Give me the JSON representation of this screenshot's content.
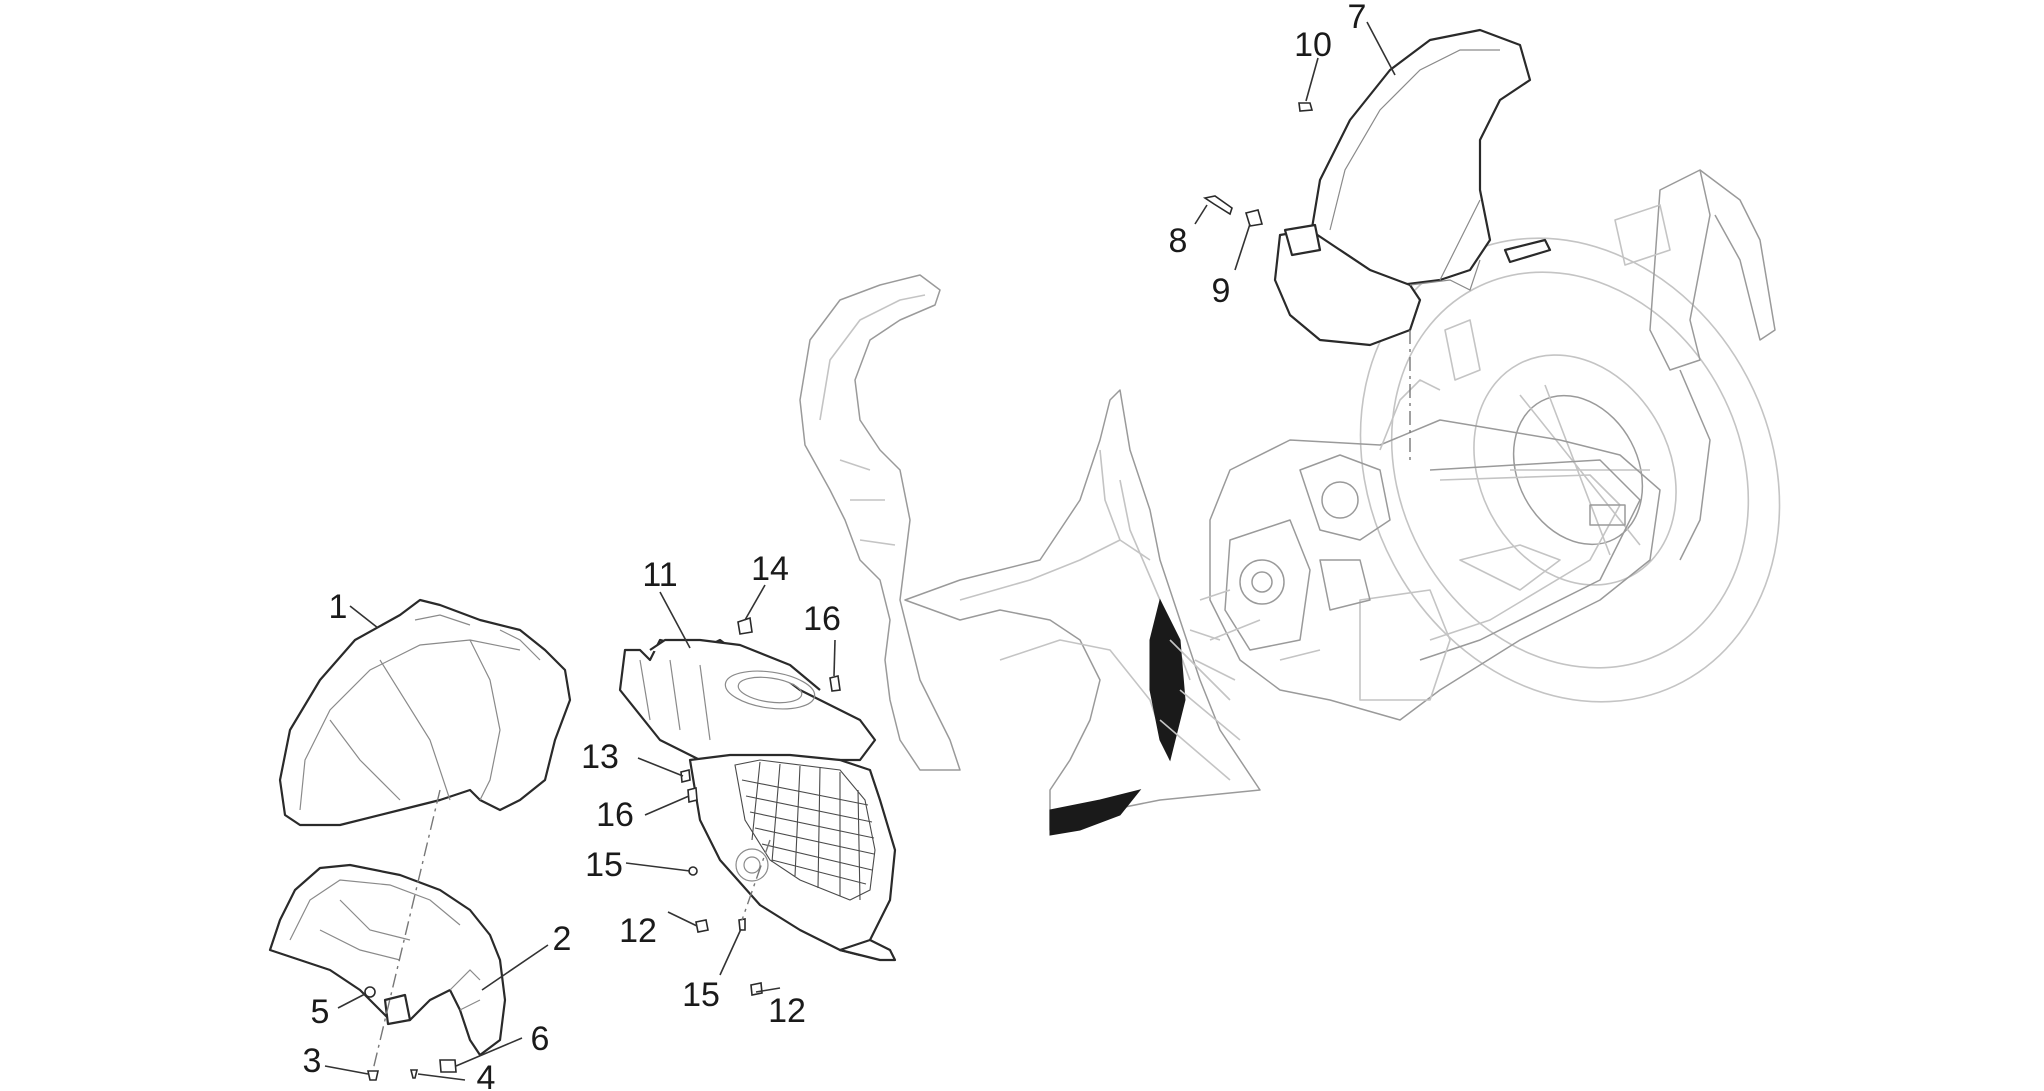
{
  "callouts": {
    "c1": "1",
    "c2": "2",
    "c3": "3",
    "c4": "4",
    "c5": "5",
    "c6": "6",
    "c7": "7",
    "c8": "8",
    "c9": "9",
    "c10": "10",
    "c11": "11",
    "c12a": "12",
    "c12b": "12",
    "c13": "13",
    "c14": "14",
    "c15a": "15",
    "c15b": "15",
    "c16a": "16",
    "c16b": "16"
  }
}
